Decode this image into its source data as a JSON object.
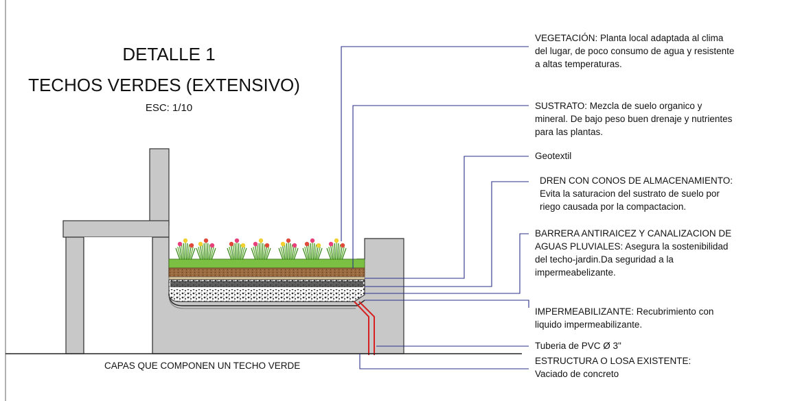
{
  "title": {
    "line1": "DETALLE 1",
    "line2": "TECHOS VERDES (EXTENSIVO)",
    "scale": "ESC: 1/10"
  },
  "caption": "CAPAS QUE COMPONEN UN TECHO VERDE",
  "labels": [
    {
      "id": "vegetacion",
      "lines": [
        "VEGETACIÓN: Planta local adaptada al clima",
        "del lugar, de poco consumo de agua y resistente",
        "a altas temperaturas."
      ]
    },
    {
      "id": "sustrato",
      "lines": [
        "SUSTRATO: Mezcla de suelo organico y",
        "mineral. De bajo peso buen drenaje y nutrientes",
        "para las plantas."
      ]
    },
    {
      "id": "geotextil",
      "lines": [
        "Geotextil"
      ]
    },
    {
      "id": "dren",
      "lines": [
        "DREN CON CONOS DE ALMACENAMIENTO:",
        "Evita la saturacion del sustrato de suelo por",
        "riego causada por la compactacion."
      ]
    },
    {
      "id": "barrera",
      "lines": [
        "BARRERA ANTIRAICEZ Y CANALIZACION DE",
        "AGUAS PLUVIALES: Asegura la sostenibilidad",
        "del techo-jardin.Da seguridad a la",
        "impermeabelizante."
      ]
    },
    {
      "id": "impermeabilizante",
      "lines": [
        "IMPERMEABILIZANTE: Recubrimiento con",
        "liquido impermeabilizante."
      ]
    },
    {
      "id": "tuberia",
      "lines": [
        "Tuberia de PVC Ø 3\""
      ]
    },
    {
      "id": "estructura",
      "lines": [
        "ESTRUCTURA O LOSA EXISTENTE:",
        "Vaciado de concreto"
      ]
    }
  ],
  "colors": {
    "concrete": "#c8c8c8",
    "grass": "#7cc043",
    "soil": "#8a5a34",
    "gravel": "#555555",
    "leader": "#2a2f8a",
    "pipe": "#d62020",
    "flowers": "#e8407a"
  }
}
